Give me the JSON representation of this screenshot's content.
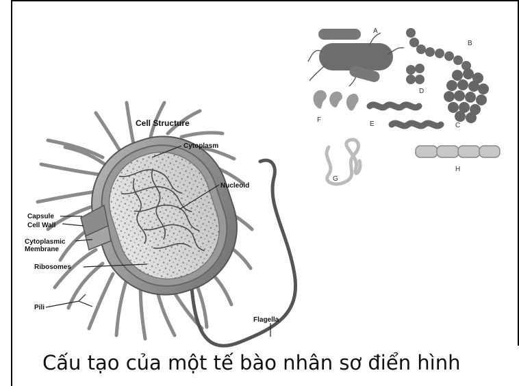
{
  "slide": {
    "caption": "Cấu tạo của một tế bào nhân sơ điển hình"
  },
  "cell_diagram": {
    "title": "Cell Structure",
    "labels": {
      "cytoplasm": "Cytoplasm",
      "nucleoid": "Nucleoid",
      "capsule": "Capsule",
      "cell_wall": "Cell Wall",
      "cytoplasmic_membrane_1": "Cytoplasmic",
      "cytoplasmic_membrane_2": "Membrane",
      "ribosomes": "Ribosomes",
      "pili": "Pili",
      "flagella": "Flagella"
    }
  },
  "shapes_diagram": {
    "letters": [
      "A",
      "B",
      "C",
      "D",
      "E",
      "F",
      "G",
      "H"
    ]
  }
}
